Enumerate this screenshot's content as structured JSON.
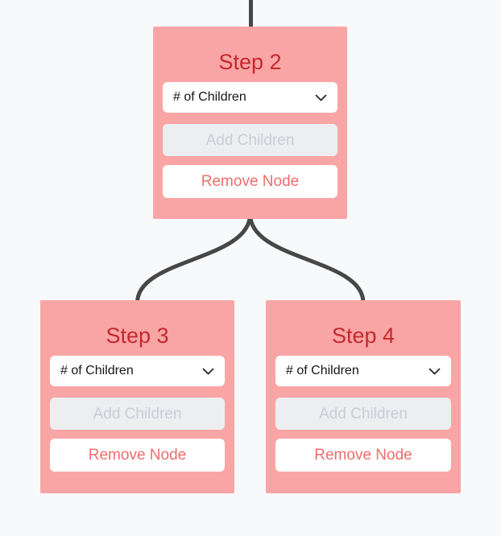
{
  "app": {
    "description": "Decision tree step builder canvas",
    "background_color": "#f8f9fa"
  },
  "colors": {
    "card_background": "#faa5a5",
    "title_text": "#c5282d",
    "select_background": "#ffffff",
    "select_text": "#161616",
    "add_button_background": "#eceef0",
    "add_button_text": "#c9ced6",
    "remove_button_background": "#ffffff",
    "remove_button_text": "#ef6c6c",
    "connector": "#474747"
  },
  "icons": {
    "select_chevron": "chevron-down-icon"
  },
  "nodes": [
    {
      "title": "Step 2",
      "children_select": {
        "selected_option": "# of Children"
      },
      "add_children_label": "Add Children",
      "add_children_disabled": true,
      "remove_node_label": "Remove Node"
    },
    {
      "title": "Step 3",
      "children_select": {
        "selected_option": "# of Children"
      },
      "add_children_label": "Add Children",
      "add_children_disabled": true,
      "remove_node_label": "Remove Node"
    },
    {
      "title": "Step 4",
      "children_select": {
        "selected_option": "# of Children"
      },
      "add_children_label": "Add Children",
      "add_children_disabled": true,
      "remove_node_label": "Remove Node"
    }
  ],
  "connectors": [
    {
      "from": "parent-offscreen-top",
      "to": "step-2"
    },
    {
      "from": "step-2",
      "to": "step-3"
    },
    {
      "from": "step-2",
      "to": "step-4"
    }
  ]
}
